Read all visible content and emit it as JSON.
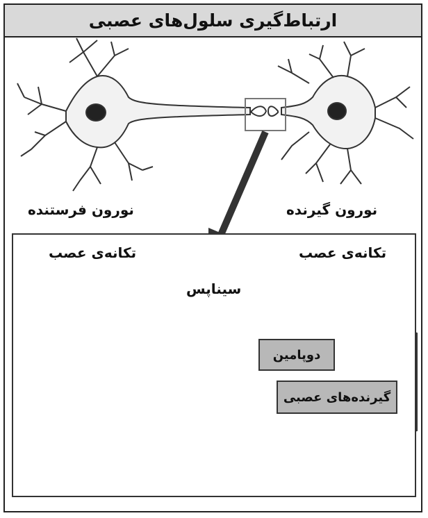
{
  "title": "ارتباط‌گیری سلول‌های عصبی",
  "labels": {
    "sending_neuron": "نورون فرستنده",
    "receiving_neuron": "نورون گیرنده",
    "impulse_left": "تکانه‌ی عصب",
    "impulse_right": "تکانه‌ی عصب",
    "synapse": "سیناپس",
    "dopamine": "دوپامین",
    "receptors": "گیرنده‌های عصبی"
  },
  "colors": {
    "title_background": "#d9d9d9",
    "callout_background": "#b8b8b8",
    "cell_body": "#555555",
    "dopamine_dot": "#2a2a2a"
  }
}
